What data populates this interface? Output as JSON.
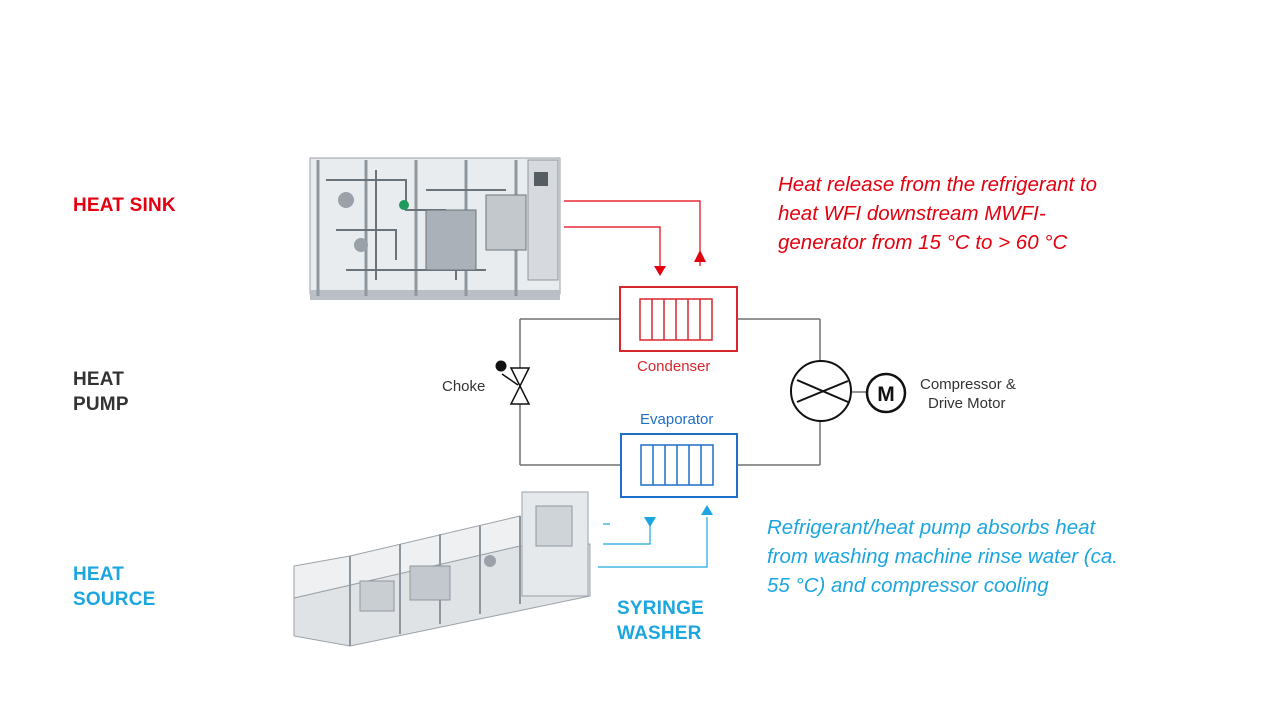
{
  "labels": {
    "heat_sink": "HEAT SINK",
    "heat_pump_line1": "HEAT",
    "heat_pump_line2": "PUMP",
    "heat_source_line1": "HEAT",
    "heat_source_line2": "SOURCE",
    "syringe_washer_line1": "SYRINGE",
    "syringe_washer_line2": "WASHER"
  },
  "notes": {
    "sink_line1": "Heat release from the refrigerant to",
    "sink_line2": "heat WFI downstream MWFI-",
    "sink_line3": "generator from 15 °C to > 60 °C",
    "source_line1": "Refrigerant/heat pump absorbs heat",
    "source_line2": "from washing machine rinse water (ca.",
    "source_line3": "55 °C) and compressor cooling"
  },
  "diagram": {
    "condenser": "Condenser",
    "evaporator": "Evaporator",
    "choke": "Choke",
    "compressor_line1": "Compressor &",
    "compressor_line2": "Drive Motor",
    "motor_symbol": "M"
  },
  "colors": {
    "red": "#e3000f",
    "blue": "#1ba6df",
    "dark": "#333333",
    "condenser_red": "#d9262c",
    "evaporator_blue": "#1e6fc7"
  }
}
